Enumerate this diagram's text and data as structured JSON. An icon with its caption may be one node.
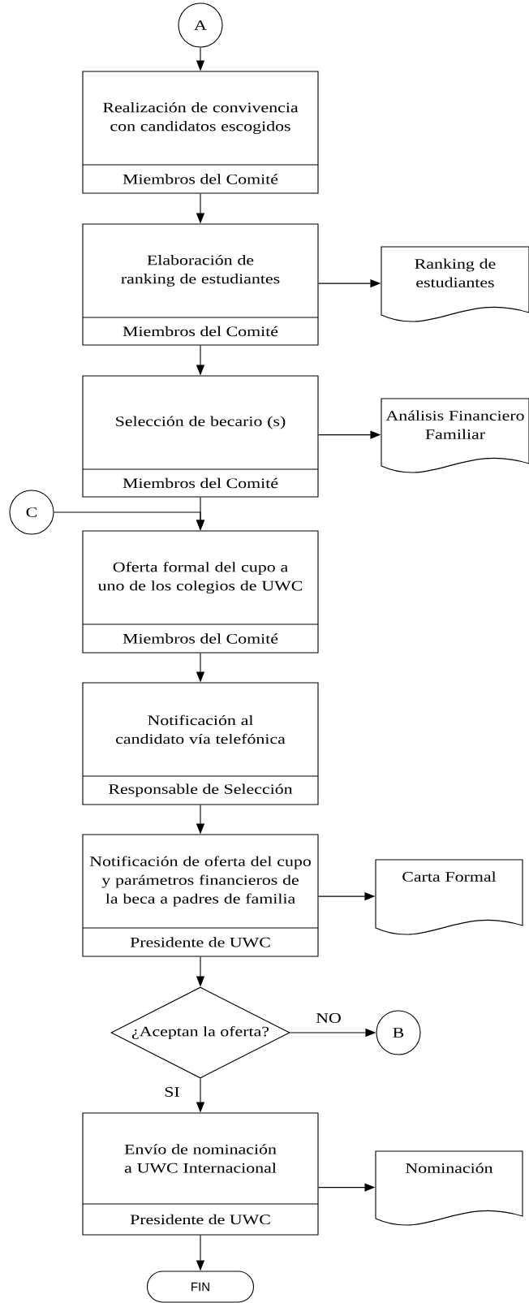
{
  "diagram": {
    "nodes": [
      {
        "text": [
          "A"
        ]
      },
      {
        "text": [
          "Realización de convivencia con candidatos escogidos",
          "Miembros del Comité"
        ]
      },
      {
        "text": [
          "Elaboración de ranking de estudiantes",
          "Miembros del Comité"
        ]
      },
      {
        "text": [
          "Ranking de estudiantes"
        ]
      },
      {
        "text": [
          "Selección de becario (s)",
          "Miembros del Comité"
        ]
      },
      {
        "text": [
          "Análisis Financiero Familiar"
        ]
      },
      {
        "text": [
          "C"
        ]
      },
      {
        "text": [
          "Oferta formal del cupo a uno de los colegios de UWC",
          "Miembros del Comité"
        ]
      },
      {
        "text": [
          "Notificación al candidato vía telefónica",
          "Responsable de Selección"
        ]
      },
      {
        "text": [
          "Notificación de oferta del cupo y parámetros financieros de la beca a padres de familia",
          "Presidente de UWC"
        ]
      },
      {
        "text": [
          "Carta Formal"
        ]
      },
      {
        "text": [
          "¿Aceptan la oferta?"
        ]
      },
      {
        "text": [
          "B"
        ]
      },
      {
        "text": [
          "Envío de nominación a UWC Internacional",
          "Presidente de UWC"
        ]
      },
      {
        "text": [
          "Nominación"
        ]
      },
      {
        "text": [
          "FIN"
        ]
      }
    ],
    "edges": [
      {
        "from": 0,
        "to": 1,
        "arrow": "to"
      },
      {
        "from": 1,
        "to": 2,
        "arrow": "to"
      },
      {
        "from": 2,
        "to": 3,
        "arrow": "to"
      },
      {
        "from": 2,
        "to": 4,
        "arrow": "to"
      },
      {
        "from": 4,
        "to": 5,
        "arrow": "to"
      },
      {
        "from": 4,
        "to": 7,
        "arrow": "to"
      },
      {
        "from": 6,
        "to": 7,
        "arrow": "to"
      },
      {
        "from": 7,
        "to": 8,
        "arrow": "to"
      },
      {
        "from": 8,
        "to": 9,
        "arrow": "to"
      },
      {
        "from": 9,
        "to": 10,
        "arrow": "to"
      },
      {
        "from": 9,
        "to": 11,
        "arrow": "to"
      },
      {
        "from": 11,
        "to": 12,
        "arrow": "to",
        "label": "NO"
      },
      {
        "from": 11,
        "to": 13,
        "arrow": "to",
        "label": "SI"
      },
      {
        "from": 13,
        "to": 14,
        "arrow": "to"
      },
      {
        "from": 13,
        "to": 15,
        "arrow": "to"
      }
    ]
  }
}
